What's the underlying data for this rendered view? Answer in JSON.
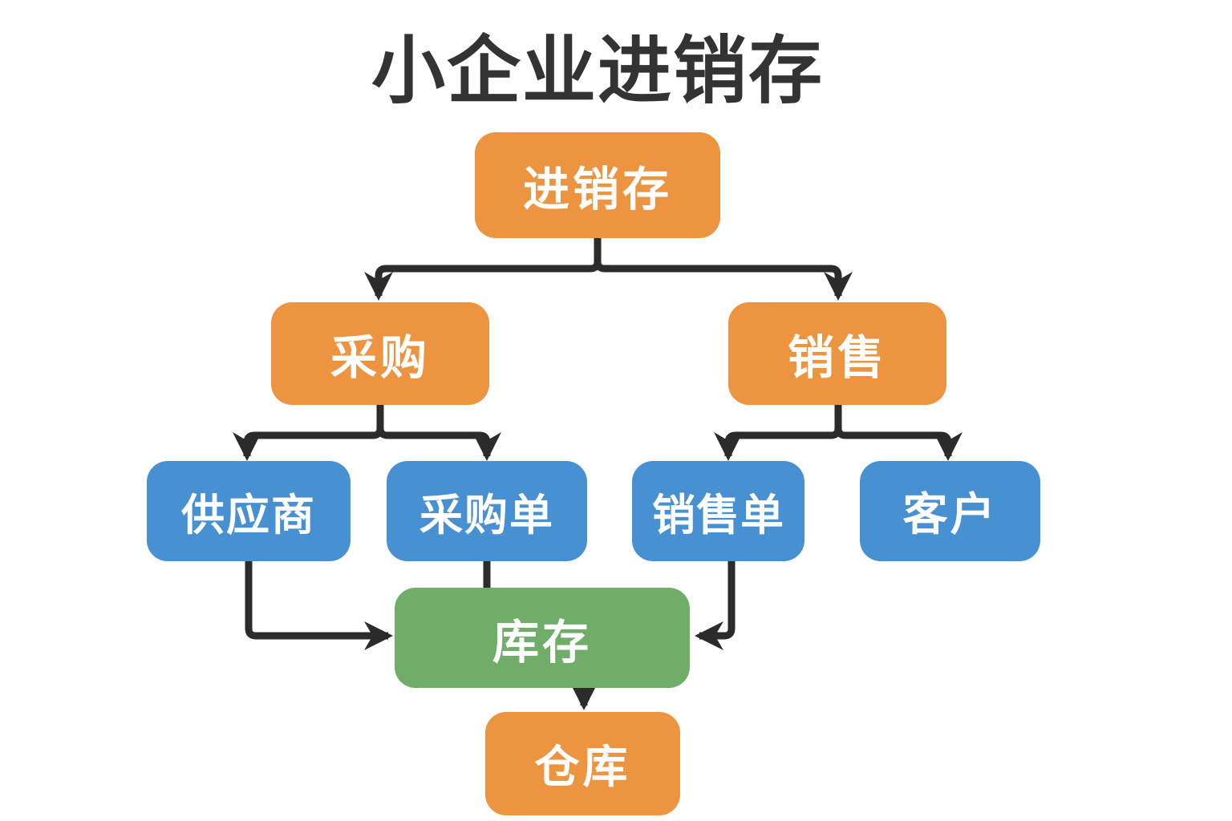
{
  "title": "小企业进销存",
  "colors": {
    "orange": "#EC9440",
    "blue": "#4790D1",
    "green": "#70AD69",
    "line": "#2B2B2B",
    "title_text": "#333333",
    "node_text": "#FFFFFF",
    "background": "#FFFFFF"
  },
  "nodes": {
    "root": {
      "label": "进销存",
      "color": "orange"
    },
    "purchasing": {
      "label": "采购",
      "color": "orange"
    },
    "sales": {
      "label": "销售",
      "color": "orange"
    },
    "supplier": {
      "label": "供应商",
      "color": "blue"
    },
    "purchase_order": {
      "label": "采购单",
      "color": "blue"
    },
    "sales_order": {
      "label": "销售单",
      "color": "blue"
    },
    "customer": {
      "label": "客户",
      "color": "blue"
    },
    "inventory": {
      "label": "库存",
      "color": "green"
    },
    "warehouse": {
      "label": "仓库",
      "color": "orange"
    }
  },
  "edges": [
    {
      "from": "root",
      "to": "purchasing",
      "arrow": true
    },
    {
      "from": "root",
      "to": "sales",
      "arrow": true
    },
    {
      "from": "purchasing",
      "to": "supplier",
      "arrow": true
    },
    {
      "from": "purchasing",
      "to": "purchase_order",
      "arrow": true
    },
    {
      "from": "sales",
      "to": "sales_order",
      "arrow": true
    },
    {
      "from": "sales",
      "to": "customer",
      "arrow": true
    },
    {
      "from": "supplier",
      "to": "inventory",
      "arrow": true
    },
    {
      "from": "purchase_order",
      "to": "inventory",
      "arrow": false
    },
    {
      "from": "sales_order",
      "to": "inventory",
      "arrow": true
    },
    {
      "from": "inventory",
      "to": "warehouse",
      "arrow": true
    }
  ]
}
